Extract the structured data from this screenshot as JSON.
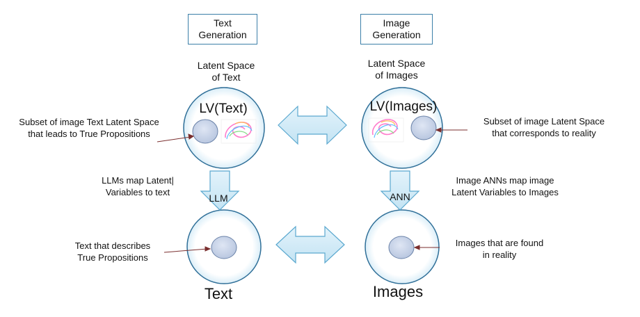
{
  "headers": {
    "text_generation": "Text\nGeneration",
    "image_generation": "Image\nGeneration"
  },
  "latent": {
    "text": "Latent Space\nof Text",
    "images": "Latent Space\nof Images"
  },
  "lv": {
    "text": "LV(Text)",
    "images": "LV(Images)"
  },
  "annotations": {
    "subset_text": "Subset of image Text Latent Space\nthat leads to True Propositions",
    "subset_image": "Subset of image Latent Space\nthat corresponds to reality",
    "llm_map": "LLMs map Latent|\nVariables to text",
    "ann_map": "Image ANNs map image\nLatent Variables to Images",
    "text_true": "Text that describes\nTrue Propositions",
    "images_real": "Images that are found\nin reality"
  },
  "arrows": {
    "llm": "LLM",
    "ann": "ANN"
  },
  "bottom": {
    "text": "Text",
    "images": "Images"
  },
  "colors": {
    "box_border": "#3b7fa8",
    "circle_outline": "#2f6f98",
    "circle_fill": "#ffffff",
    "blob_fill": "#cfd9ec",
    "blob_stroke": "#6a82a8",
    "arrow_fill": "#cfeaf7",
    "arrow_stroke": "#5aa8cf",
    "pointer": "#7a2e2e"
  }
}
